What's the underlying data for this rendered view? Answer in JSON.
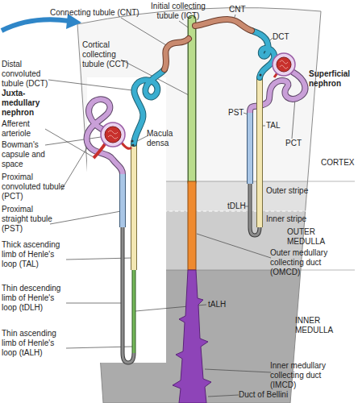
{
  "diagram": {
    "labels": [
      "Connecting tubule (CNT)",
      "Initial collecting tubule (ICT)",
      "CNT",
      "DCT",
      "Distal convoluted tubule (DCT)",
      "Cortical collecting tubule (CCT)",
      "Superficial nephron",
      "Juxta-medullary nephron",
      "Afferent arteriole",
      "Bowman's capsule and space",
      "Macula densa",
      "PST",
      "TAL",
      "PCT",
      "CORTEX",
      "Proximal convoluted tubule (PCT)",
      "Proximal straight tubule (PST)",
      "Outer stripe",
      "Inner stripe",
      "OUTER MEDULLA",
      "Thick ascending limb of Henle's loop (TAL)",
      "tDLH",
      "Outer medullary collecting duct (OMCD)",
      "Thin descending limb of Henle's loop (tDLH)",
      "tALH",
      "INNER MEDULLA",
      "Thin ascending limb of Henle's loop (tALH)",
      "Inner medullary collecting duct (IMCD)",
      "Duct of Bellini"
    ]
  }
}
